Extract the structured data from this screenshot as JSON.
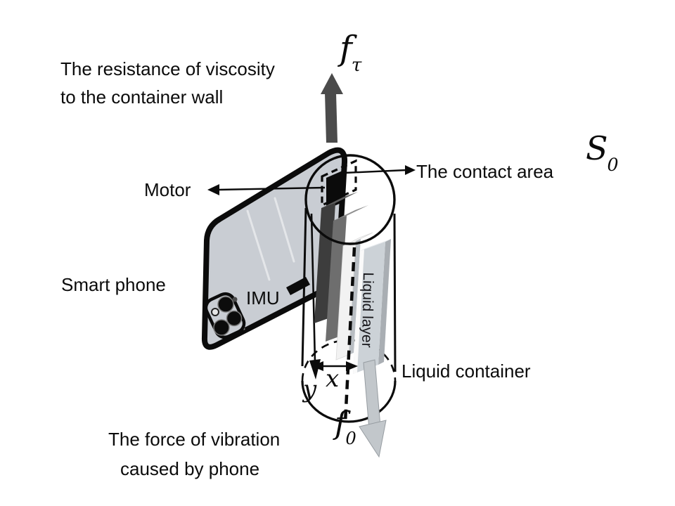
{
  "labels": {
    "heading_line1": "The resistance of viscosity",
    "heading_line2": "to the container wall",
    "f_tau": {
      "base": "f",
      "sub": "τ"
    },
    "motor": "Motor",
    "contact_area": "The contact area",
    "s0": {
      "base": "S",
      "sub": "0"
    },
    "smart_phone": "Smart phone",
    "imu": "IMU",
    "liquid_layer": "Liquid layer",
    "liquid_container": "Liquid container",
    "force_line1": "The force of vibration",
    "force_line2": "caused by phone",
    "f0": {
      "base": "f",
      "sub": "0"
    },
    "axis_x": "x",
    "axis_y": "y"
  },
  "colors": {
    "background": "#ffffff",
    "ink": "#0b0b0b",
    "phone_body": "#c9cdd3",
    "arrow_dark": "#4b4b4b",
    "arrow_light": "#c2c7cb",
    "slab_dark": "#3d3d3d",
    "slab_dark_top": "#5d5d5d",
    "slab_medium": "#6e6e6e",
    "slab_medium_top": "#8e8e8e",
    "slab_white": "#f2f2f2",
    "slab_side_gray": "#b9bec3",
    "liquid_front": "#ccd2d7",
    "liquid_side": "#a9aeb3"
  }
}
